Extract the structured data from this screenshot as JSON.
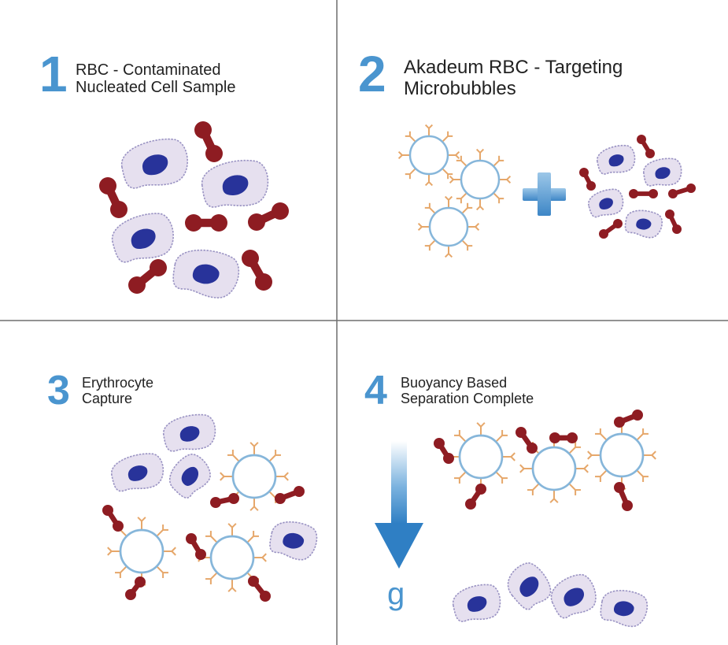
{
  "panels": [
    {
      "number": "1",
      "title_lines": [
        "RBC - Contaminated",
        "Nucleated Cell Sample"
      ]
    },
    {
      "number": "2",
      "title_lines": [
        "Akadeum RBC - Targeting",
        "Microbubbles"
      ]
    },
    {
      "number": "3",
      "title_lines": [
        "Erythrocyte",
        "Capture"
      ]
    },
    {
      "number": "4",
      "title_lines": [
        "Buoyancy Based",
        "Separation Complete"
      ]
    }
  ],
  "gravity_label": "g",
  "colors": {
    "number_blue": "#4a95cf",
    "cell_fill": "#e6e0ef",
    "cell_border": "#9a93c3",
    "nucleus": "#28339a",
    "rbc_red": "#8e1c22",
    "bubble_ring": "#86b6da",
    "antibody_orange": "#e6a76a",
    "divider": "#6f6f6f"
  }
}
